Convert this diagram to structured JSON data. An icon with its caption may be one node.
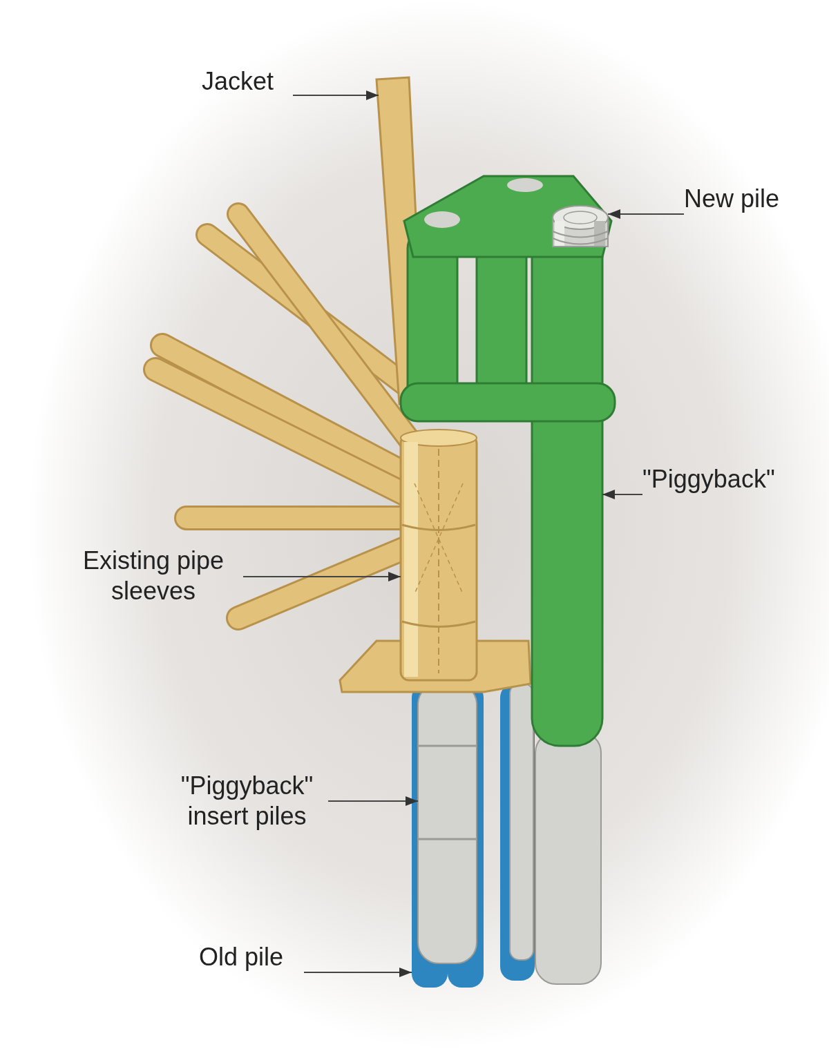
{
  "diagram": {
    "nodes": [
      {
        "text": [
          "Jacket"
        ]
      },
      {
        "text": [],
        "shape": "picture"
      },
      {
        "text": [
          "New pile"
        ]
      },
      {
        "text": [],
        "shape": "picture",
        "in": 5
      },
      {
        "text": [
          "\"Piggyback\""
        ]
      },
      {
        "text": [],
        "shape": "picture"
      },
      {
        "text": [
          "Existing pipe sleeves"
        ]
      },
      {
        "text": [],
        "shape": "picture"
      },
      {
        "text": [
          "\"Piggyback\" insert piles"
        ]
      },
      {
        "text": [],
        "shape": "picture",
        "in": 11
      },
      {
        "text": [
          "Old pile"
        ]
      },
      {
        "text": [],
        "shape": "picture"
      }
    ],
    "edges": [
      {
        "from": 0,
        "to": 1,
        "arrow": "to"
      },
      {
        "from": 2,
        "to": 3,
        "arrow": "to"
      },
      {
        "from": 4,
        "to": 5,
        "arrow": "to"
      },
      {
        "from": 6,
        "to": 7,
        "arrow": "to"
      },
      {
        "from": 8,
        "to": 9,
        "arrow": "to"
      },
      {
        "from": 10,
        "to": 11,
        "arrow": "to"
      }
    ]
  }
}
